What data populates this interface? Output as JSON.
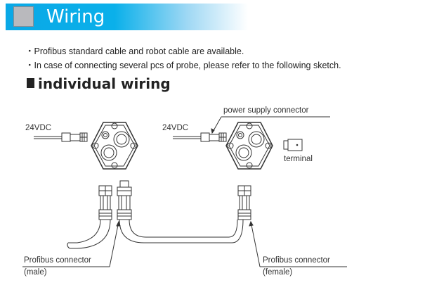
{
  "header": {
    "title": "Wiring"
  },
  "bullets": [
    "・Profibus standard cable and robot cable are available.",
    "・In case of connecting several pcs of probe, please refer to the following sketch."
  ],
  "section": {
    "title": "individual wiring"
  },
  "diagram": {
    "left_power_label": "24VDC",
    "right_power_label": "24VDC",
    "power_supply_connector_label": "power supply connector",
    "terminal_label": "terminal",
    "male_connector_label": "Profibus connector",
    "male_connector_sub": "(male)",
    "female_connector_label": "Profibus connector",
    "female_connector_sub": "(female)"
  }
}
